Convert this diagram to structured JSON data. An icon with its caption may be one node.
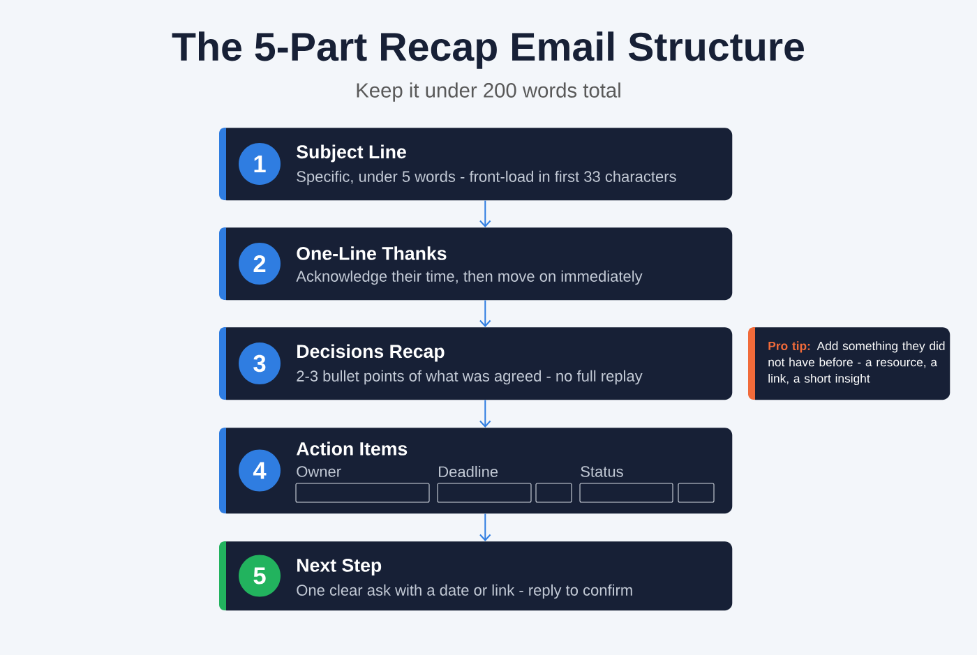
{
  "diagram": {
    "title": "The 5-Part Recap Email Structure",
    "caption": "Keep it under 200 words total",
    "nodes": [
      {
        "text": [
          "1",
          "Subject Line",
          "Specific, under 5 words - front-load in first 33 characters"
        ]
      },
      {
        "text": [
          "2",
          "One-Line Thanks",
          "Acknowledge their time, then move on immediately"
        ]
      },
      {
        "text": [
          "3",
          "Decisions Recap",
          "2-3 bullet points of what was agreed - no full replay"
        ]
      },
      {
        "text": [
          "4",
          "Action Items",
          "Owner",
          "Deadline",
          "Status"
        ]
      },
      {
        "text": [
          "5",
          "Next Step",
          "One clear ask with a date or link - reply to confirm"
        ]
      },
      {
        "text": [
          "Pro tip:",
          "Add something they did not have before - a resource, a link, a short insight"
        ]
      }
    ],
    "edges": [
      {
        "from": 0,
        "to": 1,
        "arrow": "to"
      },
      {
        "from": 1,
        "to": 2,
        "arrow": "to"
      },
      {
        "from": 2,
        "to": 3,
        "arrow": "to"
      },
      {
        "from": 3,
        "to": 4,
        "arrow": "to"
      }
    ]
  }
}
